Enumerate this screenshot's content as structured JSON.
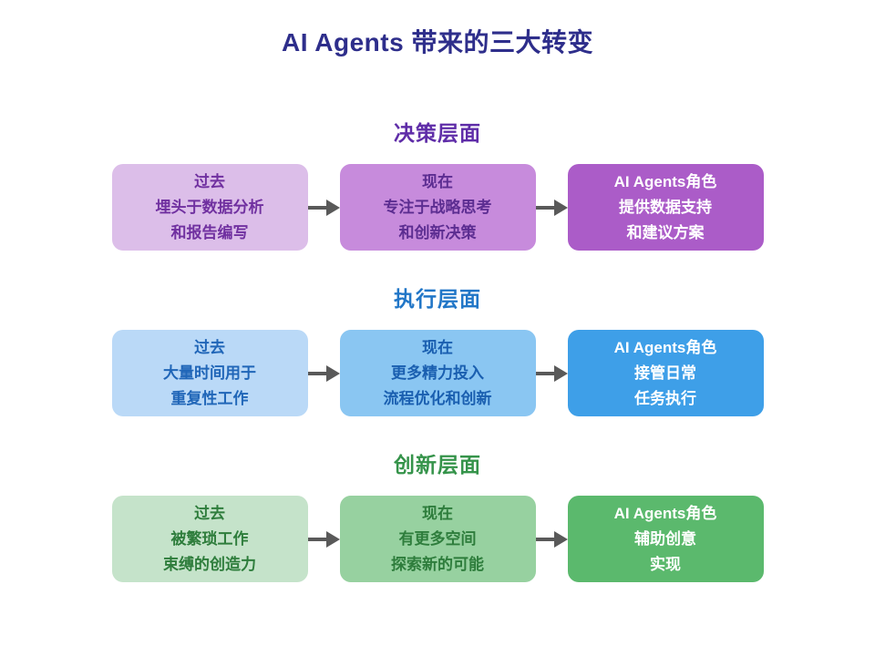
{
  "page": {
    "title": "AI Agents 带来的三大转变",
    "title_color": "#2E2E8B",
    "background_color": "#FFFFFF"
  },
  "arrow_color": "#595959",
  "sections": [
    {
      "heading": "决策层面",
      "heading_color": "#5F2DA8",
      "boxes": [
        {
          "lines": [
            "过去",
            "埋头于数据分析",
            "和报告编写"
          ],
          "bg": "#DCBEE9",
          "text_color": "#7030A0"
        },
        {
          "lines": [
            "现在",
            "专注于战略思考",
            "和创新决策"
          ],
          "bg": "#C78BDC",
          "text_color": "#5C2D91"
        },
        {
          "lines": [
            "AI Agents角色",
            "提供数据支持",
            "和建议方案"
          ],
          "bg": "#AB5CC8",
          "text_color": "#FFFFFF"
        }
      ]
    },
    {
      "heading": "执行层面",
      "heading_color": "#2176C7",
      "boxes": [
        {
          "lines": [
            "过去",
            "大量时间用于",
            "重复性工作"
          ],
          "bg": "#BAD9F7",
          "text_color": "#2066B8"
        },
        {
          "lines": [
            "现在",
            "更多精力投入",
            "流程优化和创新"
          ],
          "bg": "#8AC6F2",
          "text_color": "#1A5FB0"
        },
        {
          "lines": [
            "AI Agents角色",
            "接管日常",
            "任务执行"
          ],
          "bg": "#3E9FE8",
          "text_color": "#FFFFFF"
        }
      ]
    },
    {
      "heading": "创新层面",
      "heading_color": "#35934A",
      "boxes": [
        {
          "lines": [
            "过去",
            "被繁琐工作",
            "束缚的创造力"
          ],
          "bg": "#C5E3CA",
          "text_color": "#2E7D3C"
        },
        {
          "lines": [
            "现在",
            "有更多空间",
            "探索新的可能"
          ],
          "bg": "#97D1A0",
          "text_color": "#2E7D3C"
        },
        {
          "lines": [
            "AI Agents角色",
            "辅助创意",
            "实现"
          ],
          "bg": "#5BB96D",
          "text_color": "#FFFFFF"
        }
      ]
    }
  ]
}
